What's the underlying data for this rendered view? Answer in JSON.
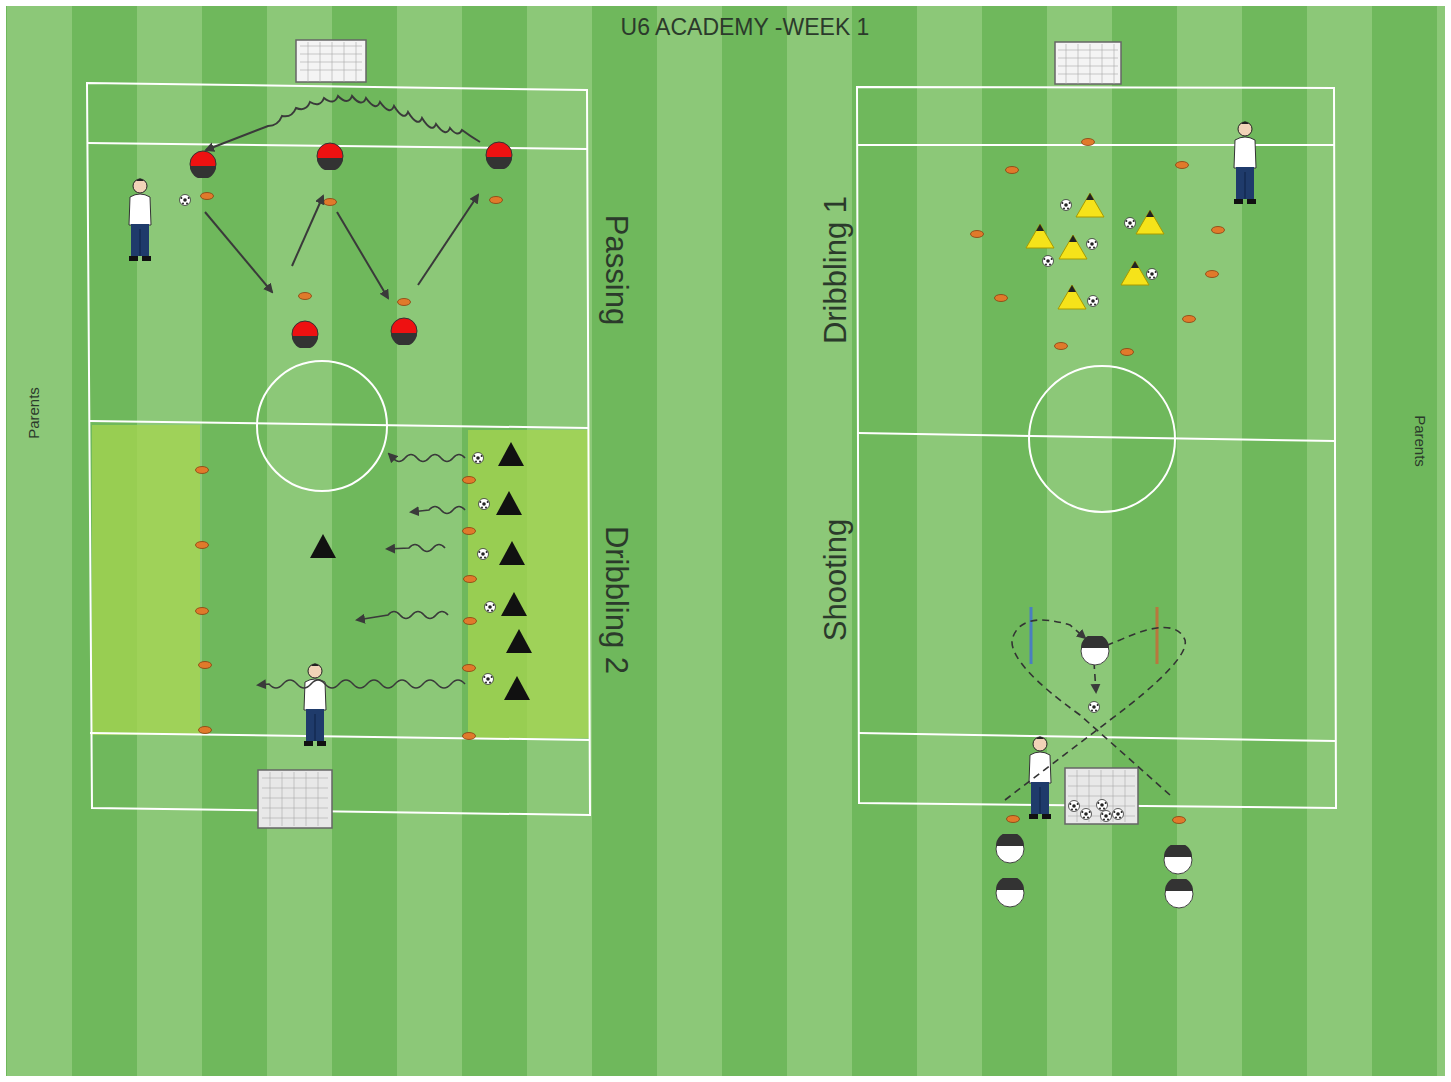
{
  "diagram": {
    "title": "U6 ACADEMY -WEEK 1",
    "labels": [
      "Passing",
      "Dribbling 2",
      "Dribbling 1",
      "Shooting",
      "Parents",
      "Parents"
    ]
  }
}
